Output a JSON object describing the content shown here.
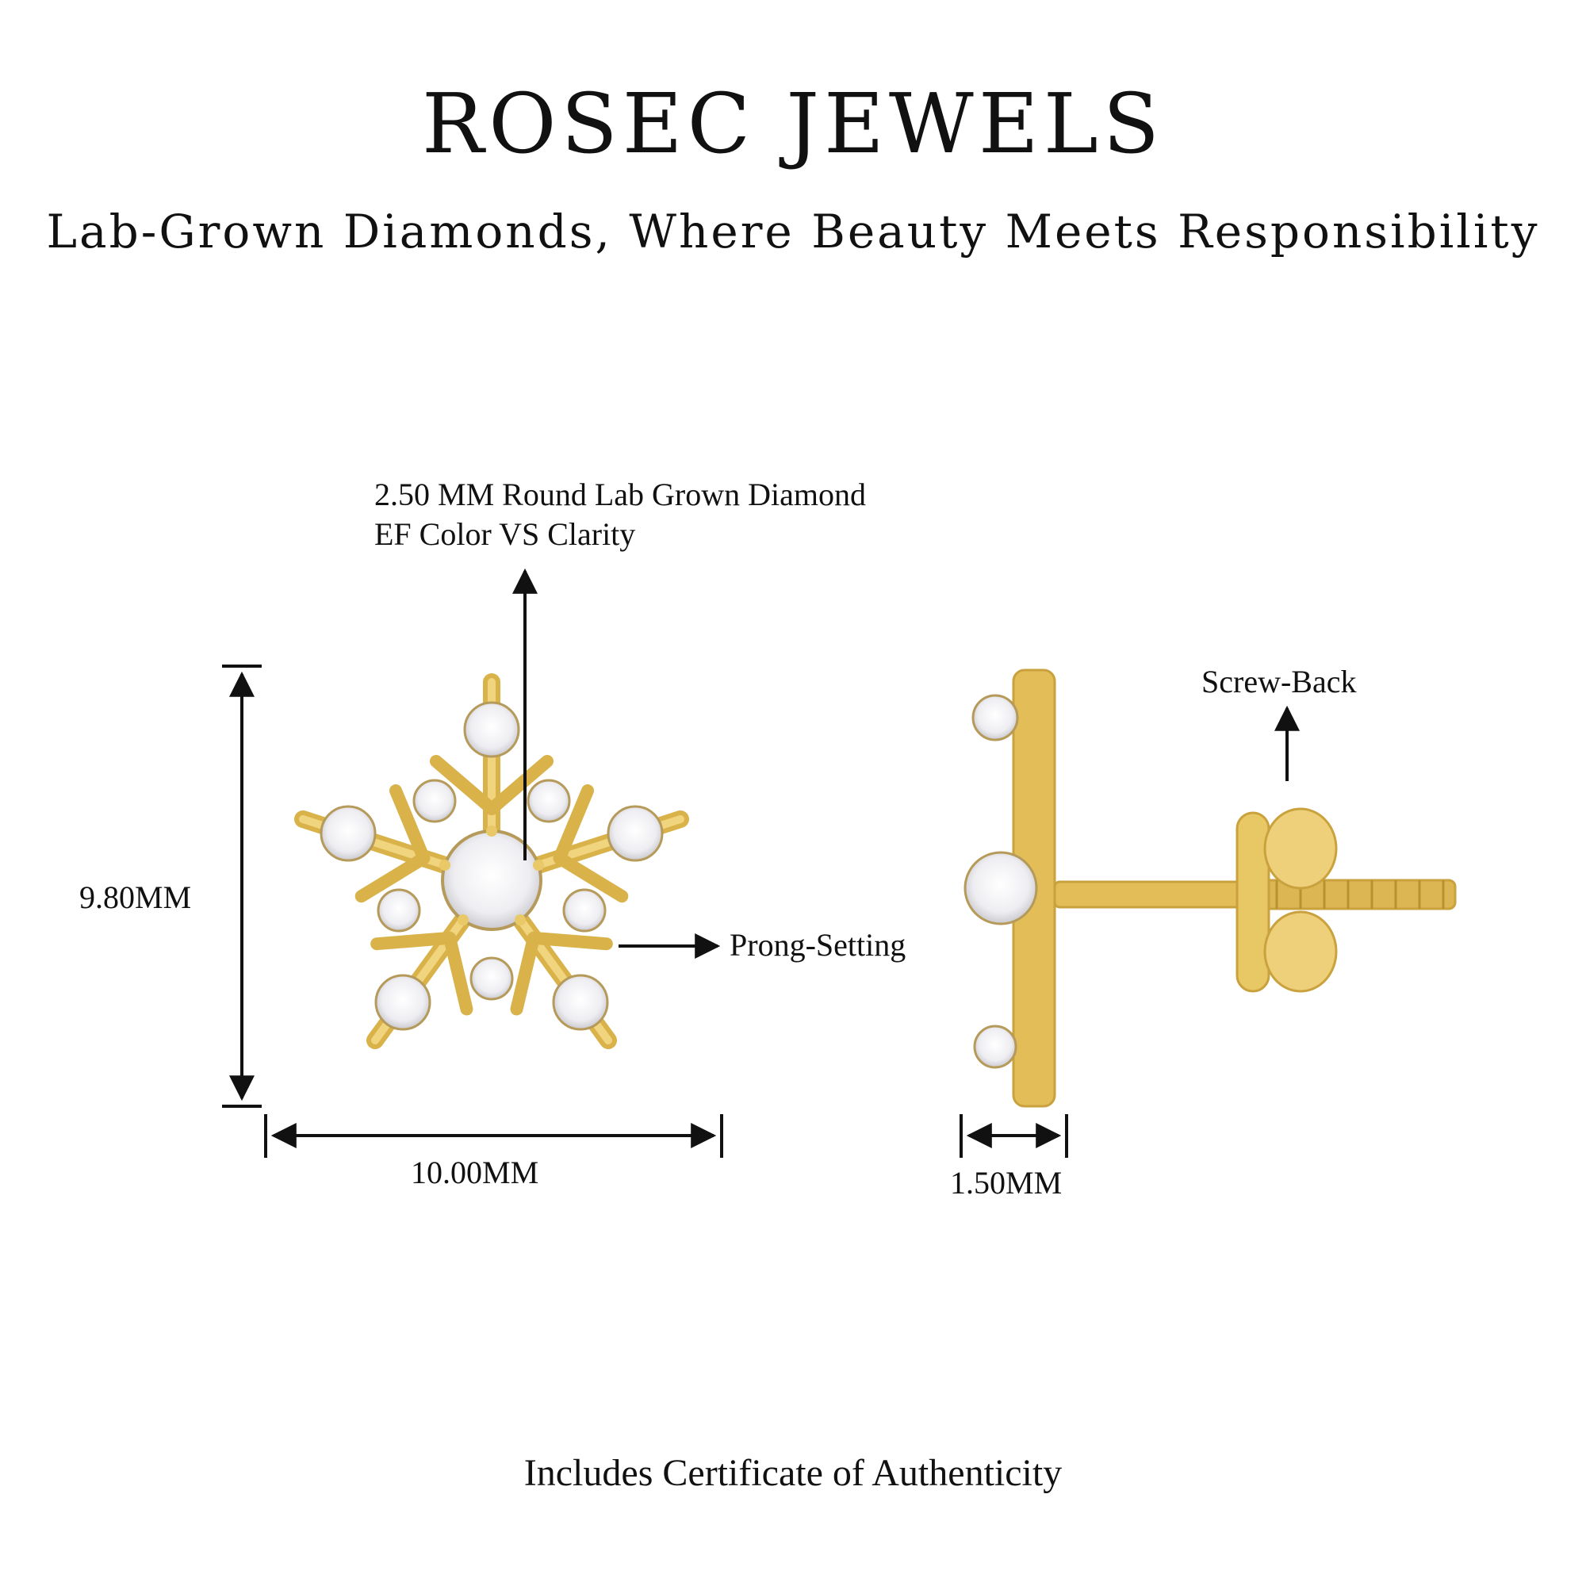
{
  "header": {
    "brand": "ROSEC JEWELS",
    "tagline": "Lab-Grown Diamonds, Where Beauty Meets Responsibility"
  },
  "annotations": {
    "center_stone_line1": "2.50 MM Round Lab Grown Diamond",
    "center_stone_line2": "EF Color VS Clarity",
    "setting": "Prong-Setting",
    "back": "Screw-Back"
  },
  "dimensions": {
    "height": "9.80MM",
    "width": "10.00MM",
    "depth": "1.50MM"
  },
  "footer": {
    "certificate": "Includes Certificate of Authenticity"
  },
  "colors": {
    "gold": "#e9c867",
    "gold_dark": "#c9a23e",
    "diamond": "#f4f4f6",
    "ink": "#111111"
  }
}
